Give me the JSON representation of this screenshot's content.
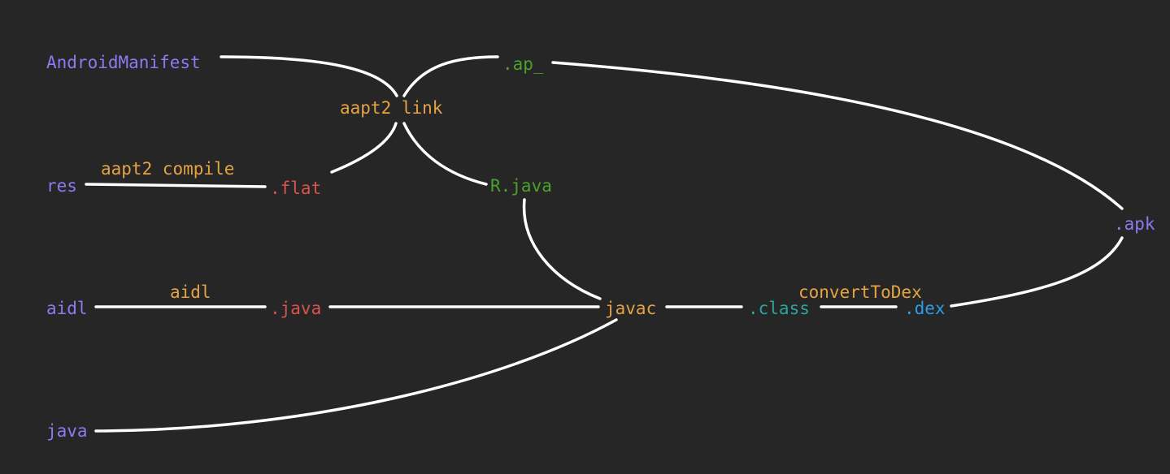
{
  "diagram": {
    "sources": {
      "manifest": "AndroidManifest",
      "res": "res",
      "aidl": "aidl",
      "java": "java"
    },
    "tools": {
      "aapt2_link": "aapt2 link",
      "aapt2_compile": "aapt2 compile",
      "aidl_tool": "aidl",
      "javac": "javac",
      "convert_to_dex": "convertToDex"
    },
    "artifacts": {
      "ap": ".ap_",
      "flat": ".flat",
      "r_java": "R.java",
      "gen_java": ".java",
      "class": ".class",
      "dex": ".dex"
    },
    "output": {
      "apk": ".apk"
    },
    "colors": {
      "background": "#262626",
      "edge": "#ffffff",
      "source": "#8a7bf0",
      "tool": "#e5a343",
      "artifact_red": "#d9534f",
      "artifact_green": "#4aa22a",
      "artifact_cyan": "#2aa6a0",
      "artifact_blue": "#2b9de8"
    }
  }
}
